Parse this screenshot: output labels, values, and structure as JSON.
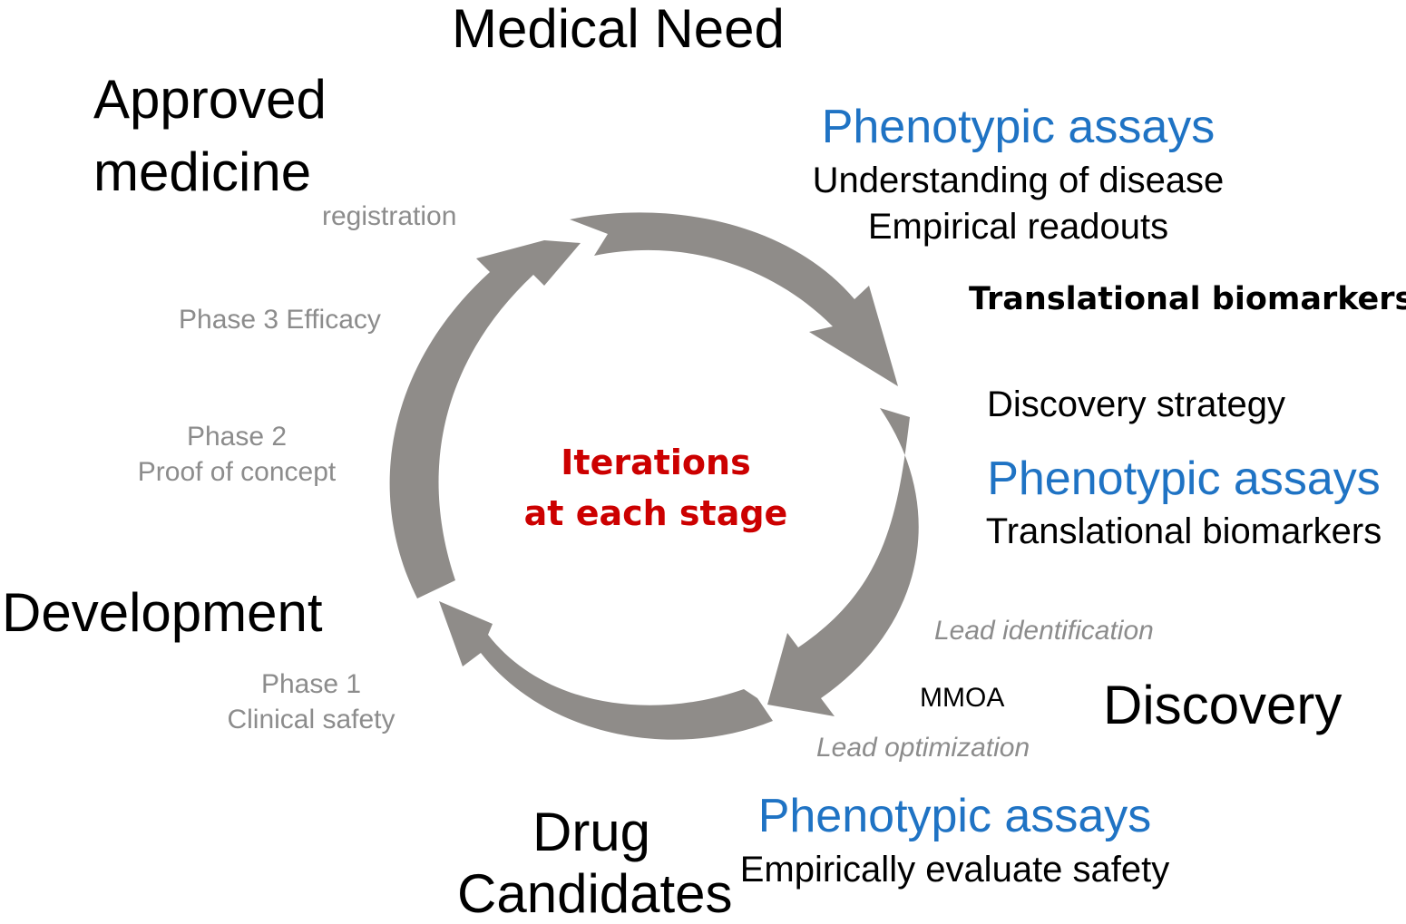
{
  "stages": {
    "medical_need": "Medical Need",
    "approved_medicine": [
      "Approved",
      "medicine"
    ],
    "development": "Development",
    "drug_candidates": [
      "Drug",
      "Candidates"
    ],
    "discovery": "Discovery"
  },
  "steps": {
    "registration": "registration",
    "phase3": "Phase 3 Efficacy",
    "phase2": [
      "Phase 2",
      "Proof of concept"
    ],
    "phase1": [
      "Phase 1",
      "Clinical safety"
    ],
    "lead_identification": "Lead identification",
    "lead_optimization": "Lead optimization",
    "mmoa": "MMOA"
  },
  "annotations": {
    "top_block": {
      "title": "Phenotypic assays",
      "lines": [
        "Understanding of disease",
        "Empirical readouts"
      ]
    },
    "translational_biomarkers_bold": "Translational biomarkers",
    "discovery_strategy": "Discovery strategy",
    "mid_block": {
      "title": "Phenotypic assays",
      "lines": [
        "Translational biomarkers"
      ]
    },
    "bottom_block": {
      "title": "Phenotypic assays",
      "lines": [
        "Empirically evaluate safety"
      ]
    }
  },
  "center": [
    "Iterations",
    "at each stage"
  ],
  "colors": {
    "arrow": "#8f8c89",
    "accent_blue": "#1f73c4",
    "center_red": "#cc0000",
    "step_gray": "#8c8c8c"
  }
}
